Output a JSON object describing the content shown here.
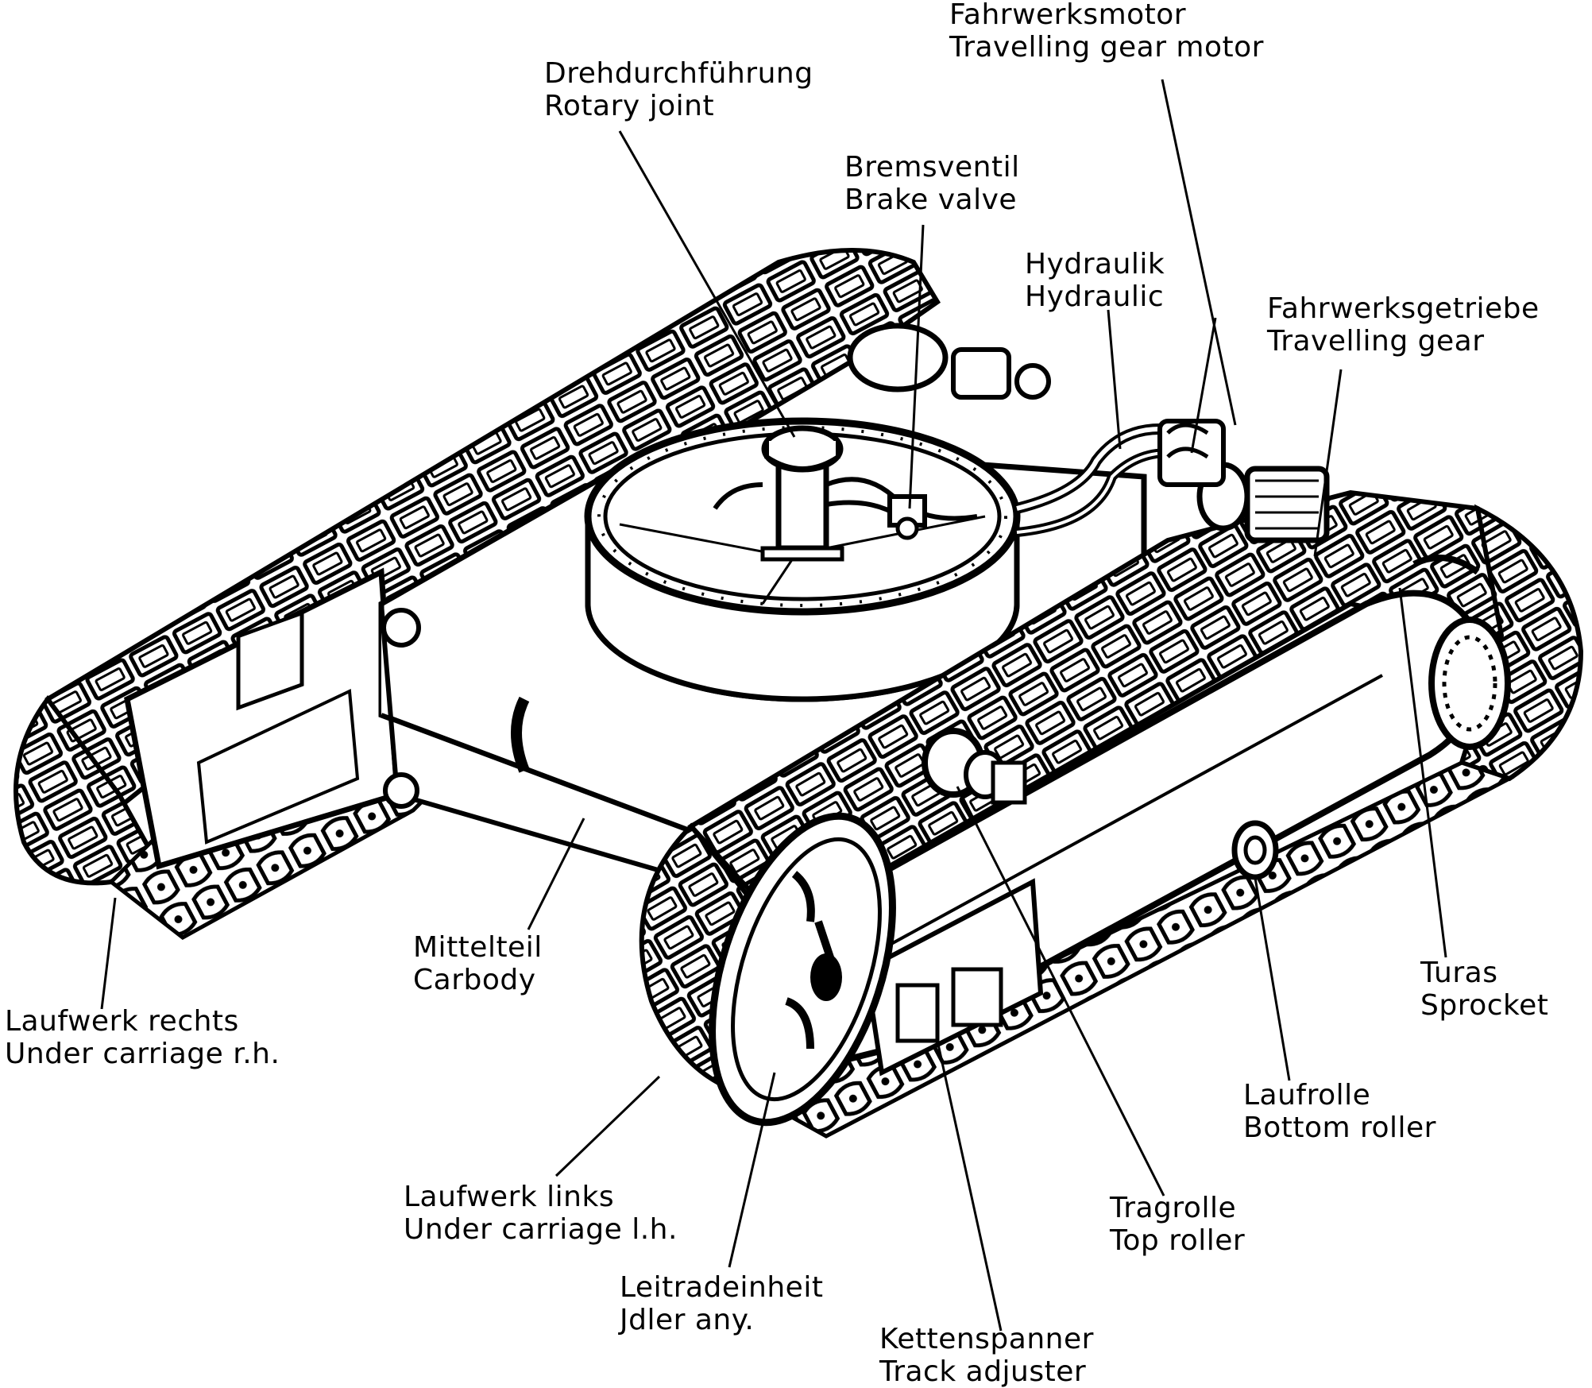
{
  "labels": [
    {
      "id": "fahrwerksmotor",
      "de": "Fahrwerksmotor",
      "en": "Travelling gear motor"
    },
    {
      "id": "drehdurchfuehrung",
      "de": "Drehdurchführung",
      "en": "Rotary joint"
    },
    {
      "id": "bremsventil",
      "de": "Bremsventil",
      "en": "Brake valve"
    },
    {
      "id": "hydraulik",
      "de": "Hydraulik",
      "en": "Hydraulic"
    },
    {
      "id": "fahrwerksgetriebe",
      "de": "Fahrwerksgetriebe",
      "en": "Travelling gear"
    },
    {
      "id": "mittelteil",
      "de": "Mittelteil",
      "en": "Carbody"
    },
    {
      "id": "laufwerk-rechts",
      "de": "Laufwerk rechts",
      "en": "Under carriage r.h."
    },
    {
      "id": "turas",
      "de": "Turas",
      "en": "Sprocket"
    },
    {
      "id": "laufrolle",
      "de": "Laufrolle",
      "en": "Bottom roller"
    },
    {
      "id": "laufwerk-links",
      "de": "Laufwerk links",
      "en": "Under carriage l.h."
    },
    {
      "id": "tragrolle",
      "de": "Tragrolle",
      "en": "Top roller"
    },
    {
      "id": "leitradeinheit",
      "de": "Leitradeinheit",
      "en": "Jdler any."
    },
    {
      "id": "kettenspanner",
      "de": "Kettenspanner",
      "en": "Track adjuster"
    }
  ]
}
